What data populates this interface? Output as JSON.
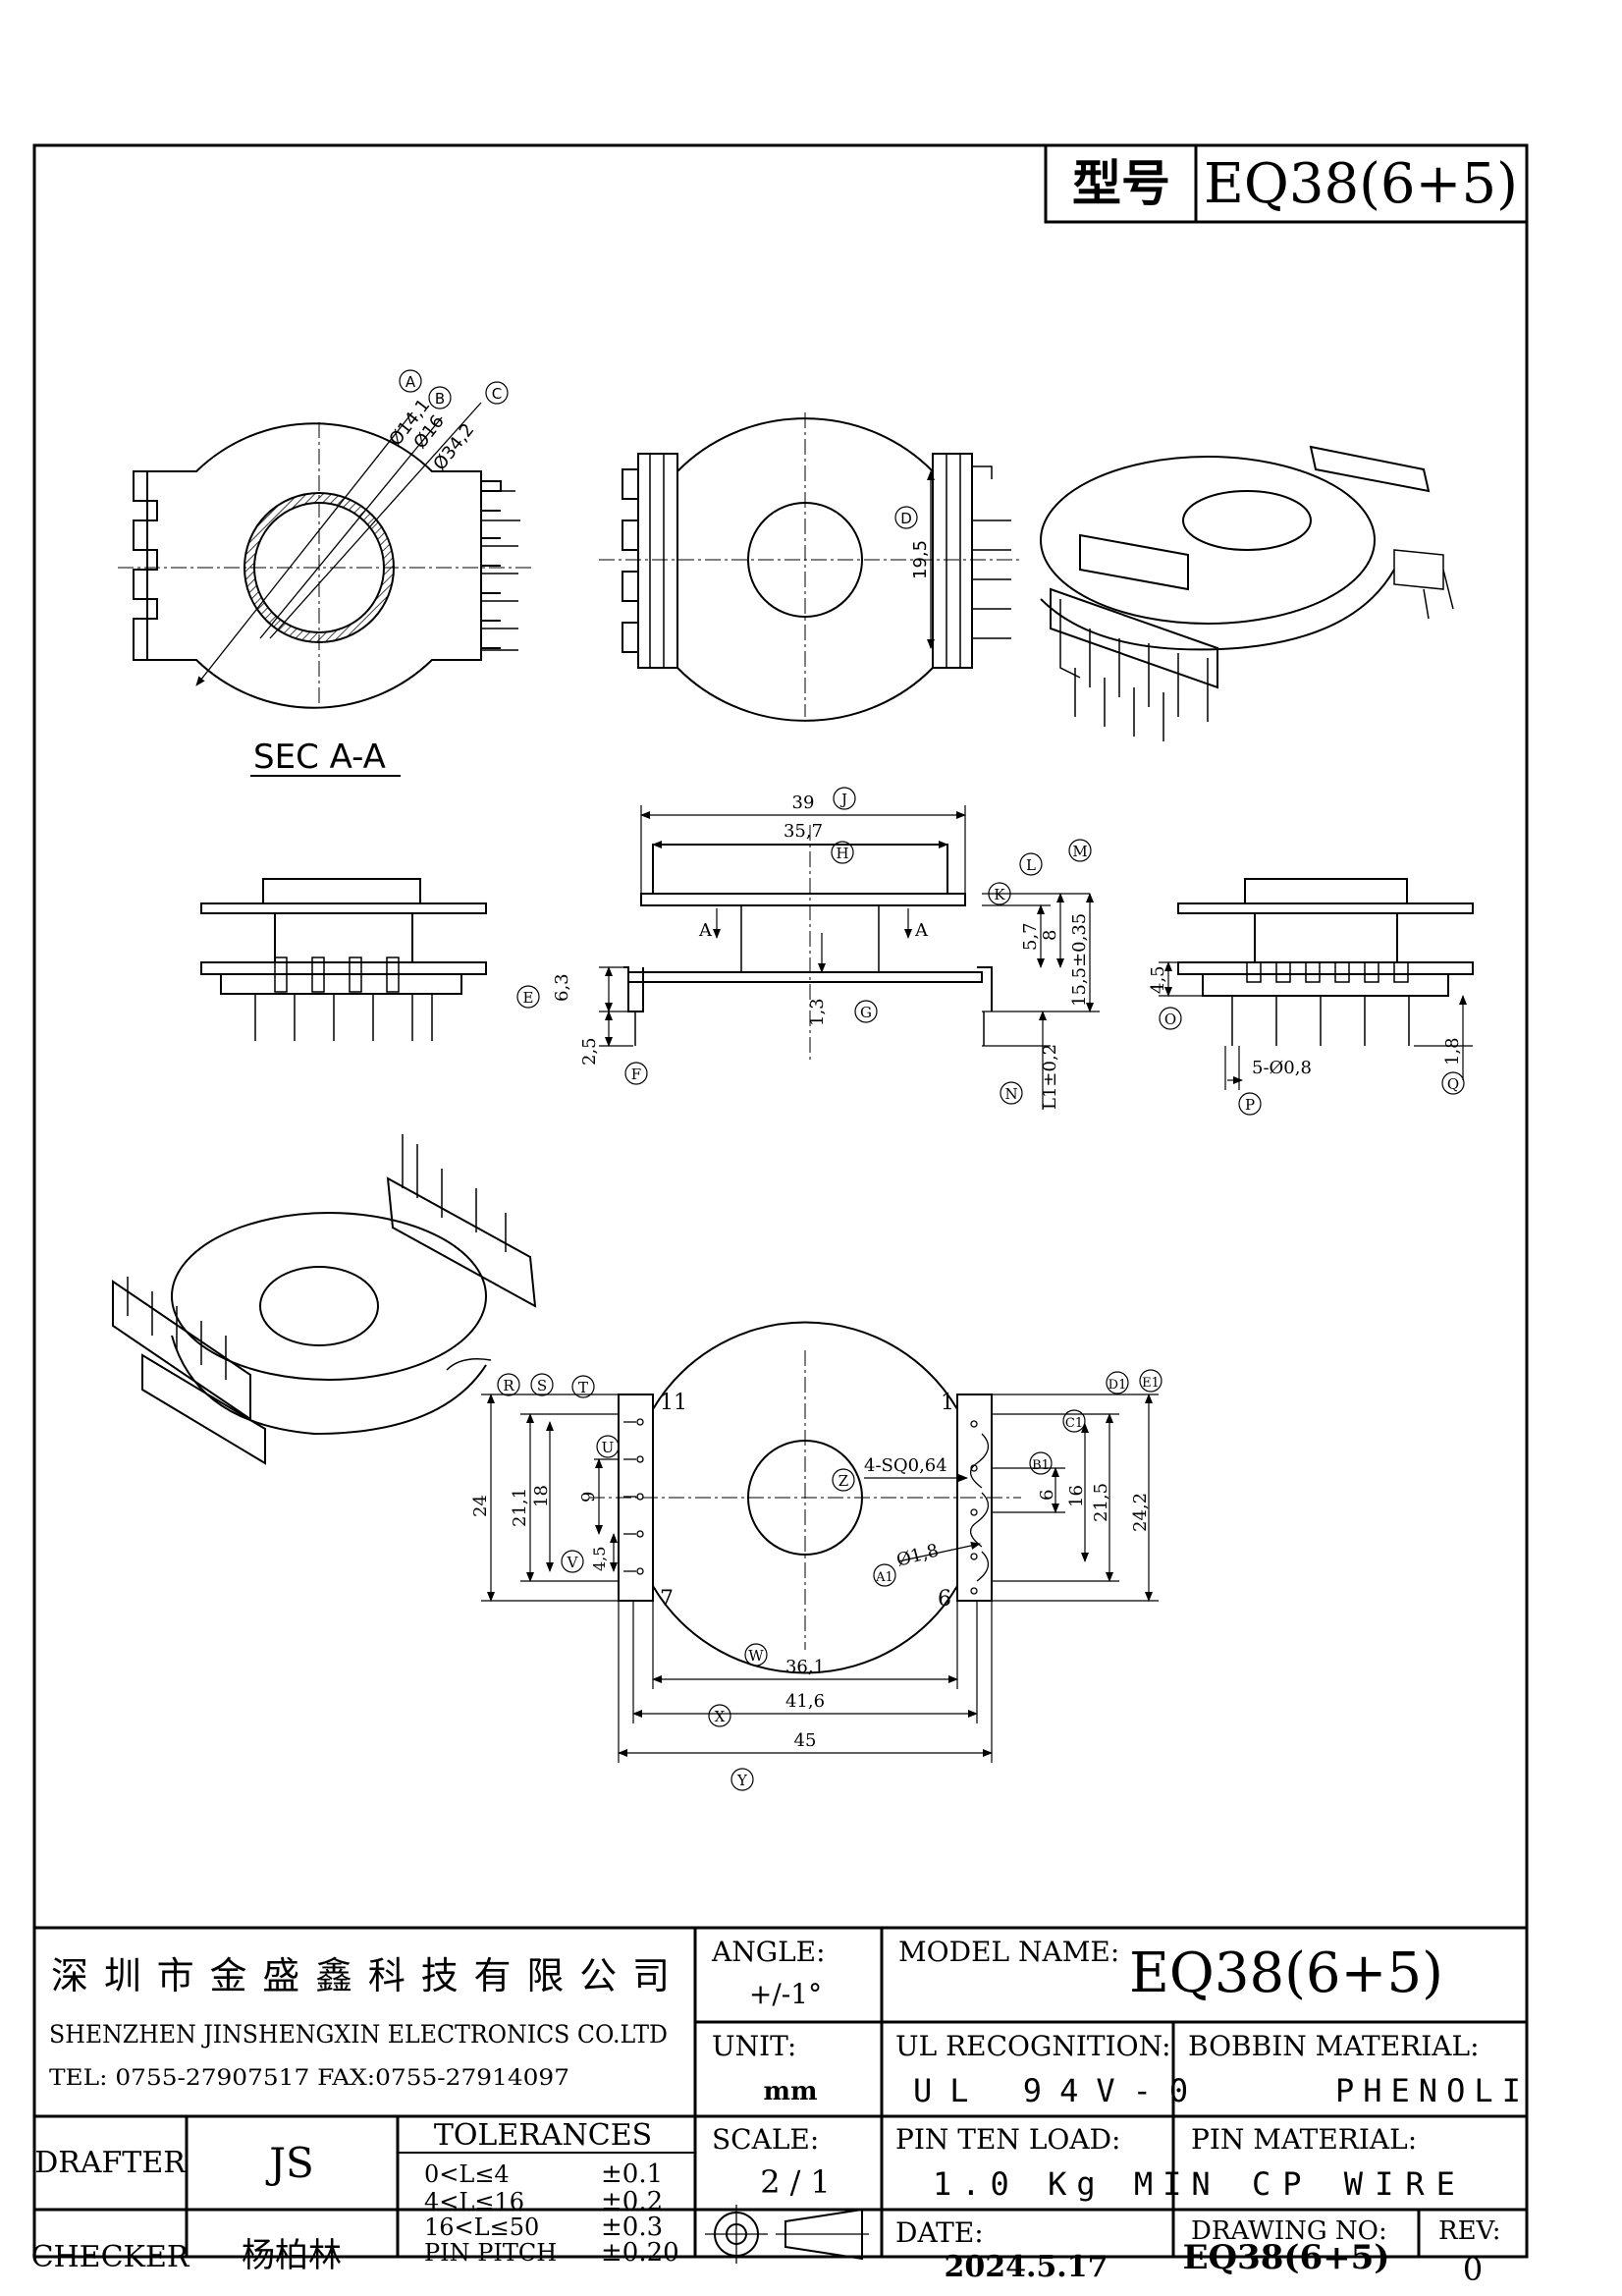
{
  "title_block_top": {
    "label": "型号",
    "model": "EQ38(6+5)"
  },
  "views": {
    "sec_label": "SEC A-A",
    "top_left": {
      "A": "A",
      "B": "B",
      "C": "C",
      "dA": "Ø14,1",
      "dB": "Ø16",
      "dC": "Ø34,2"
    },
    "top_mid": {
      "D": "D",
      "dD": "19,5"
    },
    "front": {
      "dJ": "39",
      "J": "J",
      "dH": "35,7",
      "H": "H",
      "K": "K",
      "L": "L",
      "M": "M",
      "dK": "5,7",
      "dL": "8",
      "dM": "15,5±0,35",
      "dE": "6,3",
      "E": "E",
      "dF": "2,5",
      "F": "F",
      "dG": "1,3",
      "G": "G",
      "dN": "L1±0,2",
      "N": "N",
      "secA": "A"
    },
    "side": {
      "dO": "4,5",
      "O": "O",
      "dP": "5-Ø0,8",
      "P": "P",
      "dQ": "1,8",
      "Q": "Q"
    },
    "bottom": {
      "R": "R",
      "S": "S",
      "T": "T",
      "U": "U",
      "V": "V",
      "W": "W",
      "X": "X",
      "Y": "Y",
      "Z": "Z",
      "A1": "A1",
      "B1": "B1",
      "C1": "C1",
      "D1": "D1",
      "E1": "E1",
      "pin11": "11",
      "pin1": "1",
      "pin7": "7",
      "pin6": "6",
      "dR": "24",
      "dS": "21,1",
      "dT": "18",
      "dU": "9",
      "dV": "4,5",
      "dZ": "4-SQ0,64",
      "dA1": "Ø1,8",
      "dB1": "6",
      "dC1": "16",
      "dD1": "21,5",
      "dE1": "24,2",
      "dW": "36,1",
      "dX": "41,6",
      "dY": "45"
    }
  },
  "title_block": {
    "company_cn": "深圳市金盛鑫科技有限公司",
    "company_en": "SHENZHEN JINSHENGXIN ELECTRONICS CO.LTD",
    "tel_fax": "TEL: 0755-27907517  FAX:0755-27914097",
    "angle_label": "ANGLE:",
    "angle_value": "+/-1°",
    "unit_label": "UNIT:",
    "unit_value": "mm",
    "scale_label": "SCALE:",
    "scale_value": "2/1",
    "model_name_label": "MODEL NAME:",
    "model_name_value": "EQ38(6+5)",
    "ul_label": "UL RECOGNITION:",
    "ul_value": "UL 94V-0",
    "bobbin_material_label": "BOBBIN MATERIAL:",
    "bobbin_material_value": "PHENOLI",
    "pin_ten_load_label": "PIN TEN LOAD:",
    "pin_ten_load_value": "1.0 Kg MIN",
    "pin_material_label": "PIN MATERIAL:",
    "pin_material_value": "CP WIRE",
    "date_label": "DATE:",
    "date_value": "2024.5.17",
    "drawing_no_label": "DRAWING NO:",
    "drawing_no_value": "EQ38(6+5)",
    "rev_label": "REV:",
    "rev_value": "0",
    "drafter_label": "DRAFTER",
    "drafter_value": "JS",
    "checker_label": "CHECKER",
    "checker_value": "杨柏林",
    "tolerances_label": "TOLERANCES",
    "tolerances": [
      {
        "range": "0<L≤4",
        "value": "±0.1"
      },
      {
        "range": "4<L≤16",
        "value": "±0.2"
      },
      {
        "range": "16<L≤50",
        "value": "±0.3"
      },
      {
        "range": "PIN PITCH",
        "value": "±0.20"
      }
    ]
  }
}
